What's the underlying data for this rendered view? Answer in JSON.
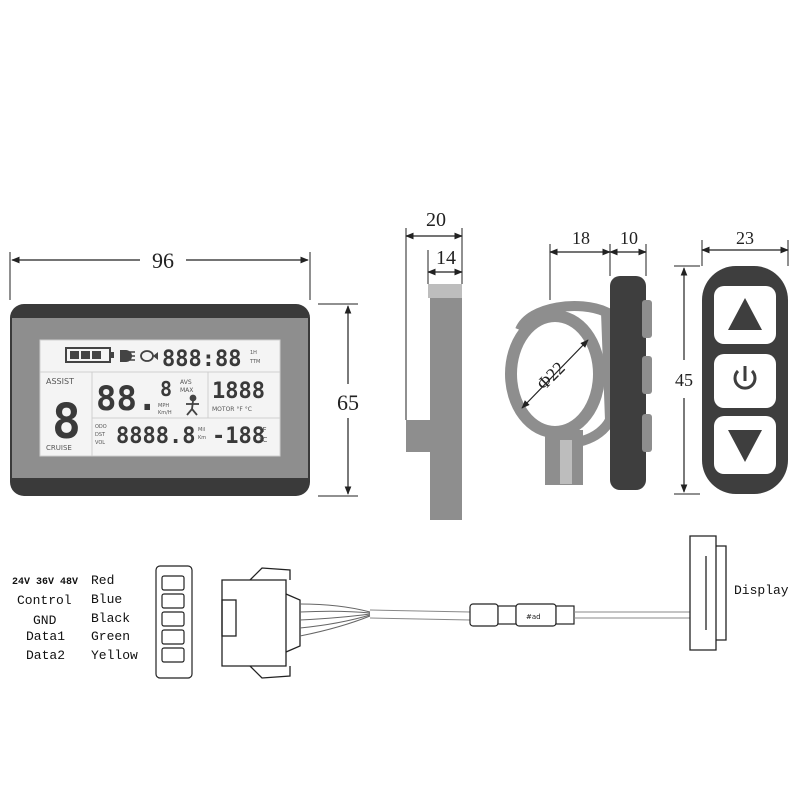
{
  "dimensions": {
    "display_width": "96",
    "display_height": "65",
    "side_total": "20",
    "side_body": "14",
    "clamp_width": "18",
    "clamp_body": "10",
    "clamp_diameter": "Φ22",
    "keypad_width": "23",
    "keypad_height": "45"
  },
  "lcd": {
    "assist_label": "ASSIST",
    "cruise_label": "CRUISE",
    "assist_digit": "8",
    "clock_digits": "888:88",
    "clock_unit_top": "1H",
    "clock_unit_bottom": "TTM",
    "speed_digits": "88.",
    "speed_decimal": "8",
    "speed_unit": "MPH",
    "speed_unit_2": "Km/H",
    "avs_label": "AVS",
    "max_label": "MAX",
    "power_digits": "1888",
    "motor_label": "MOTOR °F °C",
    "odo_label": "ODO",
    "dst_label": "DST",
    "vol_label": "VOL",
    "odo_digits": "8888.8",
    "odo_unit_1": "Mil",
    "odo_unit_2": "Km",
    "temp_digits": "-188",
    "temp_unit_f": "°F",
    "temp_unit_c": "°C"
  },
  "wiring": {
    "voltage_label": "24V 36V 48V",
    "left_labels": [
      "Control",
      "GND",
      "Data1",
      "Data2"
    ],
    "colors": [
      "Red",
      "Blue",
      "Black",
      "Green",
      "Yellow"
    ],
    "display_label": "Display"
  }
}
